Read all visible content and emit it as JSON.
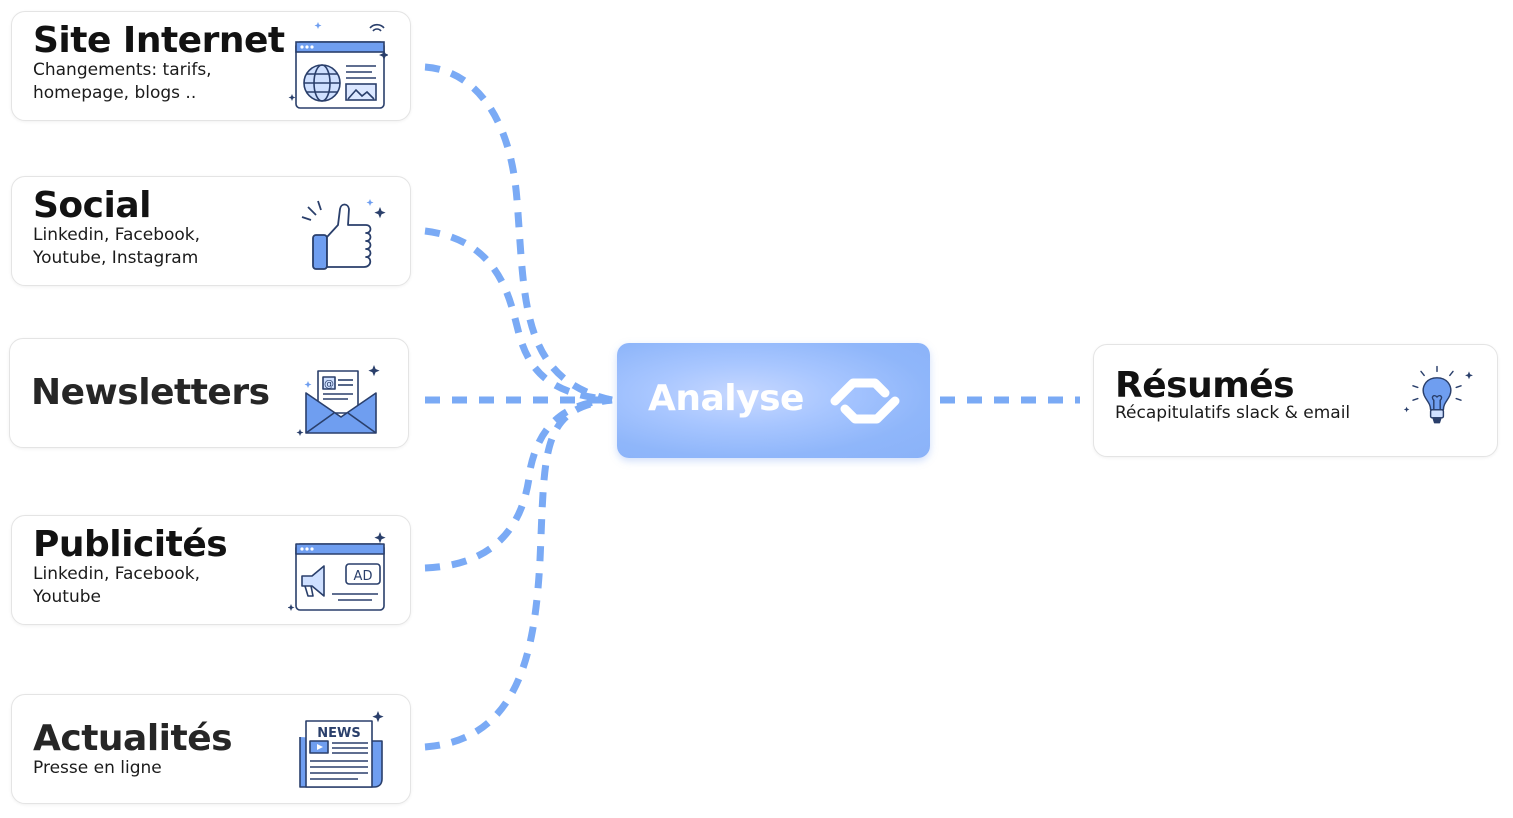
{
  "sources": [
    {
      "title": "Site Internet",
      "subtitle_lines": [
        "Changements: tarifs,",
        "homepage, blogs .."
      ],
      "icon": "website-globe-icon"
    },
    {
      "title": "Social",
      "subtitle_lines": [
        "Linkedin, Facebook,",
        "Youtube, Instagram"
      ],
      "icon": "thumbs-up-icon"
    },
    {
      "title": "Newsletters",
      "subtitle_lines": [],
      "icon": "envelope-icon"
    },
    {
      "title": "Publicités",
      "subtitle_lines": [
        "Linkedin, Facebook,",
        "Youtube"
      ],
      "icon": "ad-megaphone-icon"
    },
    {
      "title": "Actualités",
      "subtitle_lines": [
        "Presse en ligne"
      ],
      "icon": "newspaper-icon"
    }
  ],
  "hub": {
    "label": "Analyse",
    "icon": "analyse-logo-icon"
  },
  "output": {
    "title": "Résumés",
    "subtitle_lines": [
      "Récapitulatifs slack & email"
    ],
    "icon": "lightbulb-icon"
  },
  "colors": {
    "connector": "#7aaaf5",
    "hub": "#8fb6fa",
    "icon_stroke": "#2a3f6b",
    "icon_fill": "#6f9ef0",
    "card_border": "#e4e4e4"
  },
  "icon_labels": {
    "ad": "AD",
    "news": "NEWS"
  }
}
